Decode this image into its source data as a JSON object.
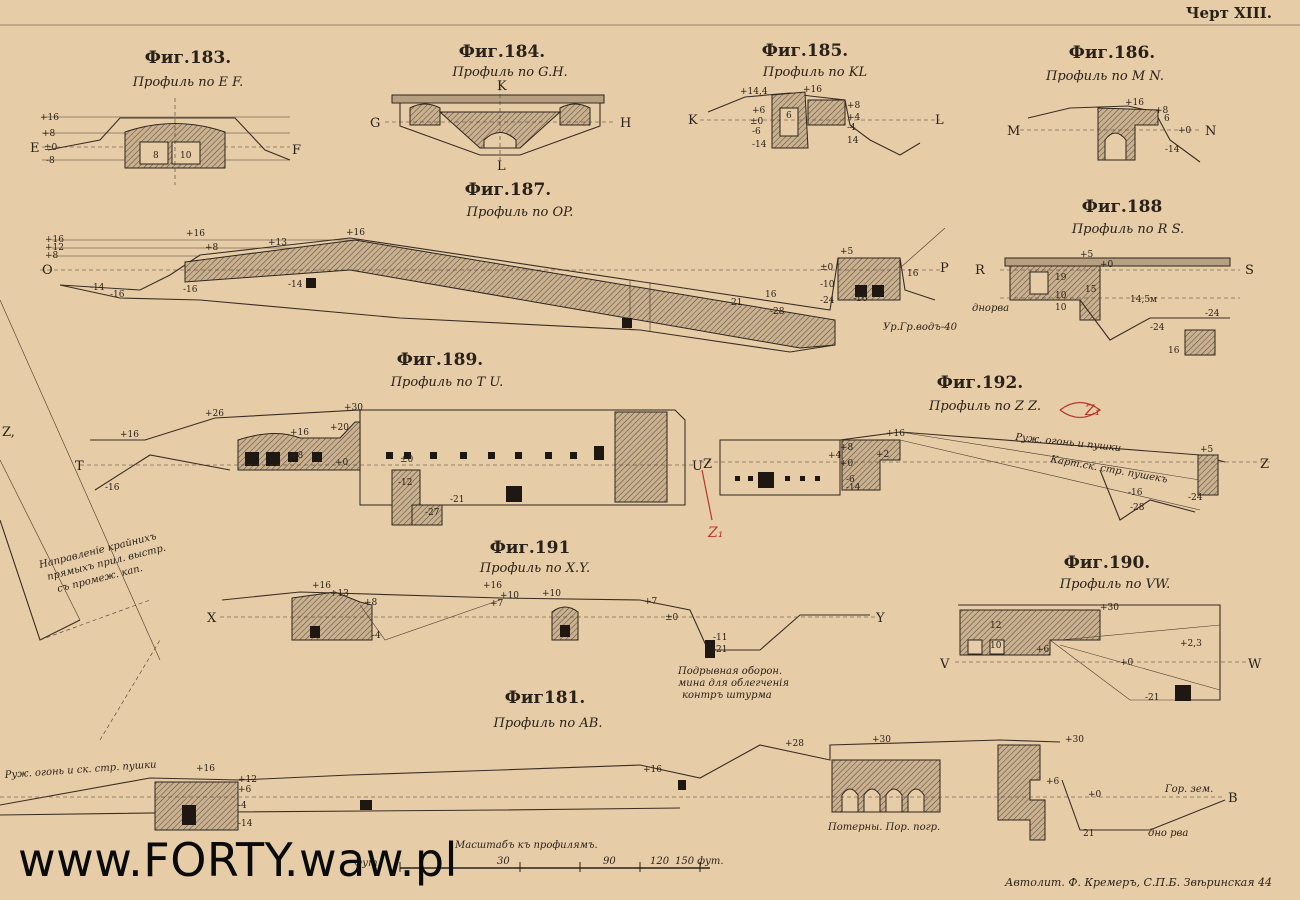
{
  "plate_number": "Черт XIII.",
  "imprint": "Автолит. Ф. Кремеръ, С.П.Б. Звѣринская 44",
  "watermark": "www.FORTY.waw.pl",
  "figures": {
    "f183": {
      "title": "Фиг.183.",
      "subtitle": "Профиль по E F.",
      "left": "E",
      "right": "F",
      "marks": [
        "+16",
        "+8",
        "±0",
        "-8",
        "8",
        "10"
      ]
    },
    "f184": {
      "title": "Фиг.184.",
      "subtitle": "Профиль по G.H.",
      "left": "G",
      "right": "H",
      "top": "K",
      "bottom": "L"
    },
    "f185": {
      "title": "Фиг.185.",
      "subtitle": "Профиль по KL",
      "left": "K",
      "right": "L",
      "marks": [
        "+14,4",
        "+16",
        "+6",
        "±0",
        "-6",
        "-14",
        "+8",
        "+4",
        "-4",
        "14",
        "6"
      ]
    },
    "f186": {
      "title": "Фиг.186.",
      "subtitle": "Профиль по M N.",
      "left": "M",
      "right": "N",
      "marks": [
        "+16",
        "+8",
        "6",
        "+0",
        "-14"
      ]
    },
    "f187": {
      "title": "Фиг.187.",
      "subtitle": "Профиль по OP.",
      "left": "O",
      "right": "P",
      "marks": [
        "+16",
        "+12",
        "+8",
        "+16",
        "+13",
        "+8",
        "+16",
        "-14",
        "-16",
        "-14",
        "-16",
        "+5",
        "±0",
        "-10",
        "-24",
        "16",
        "21",
        "-28",
        "-16",
        "16"
      ],
      "note": "Ур.Гр.водъ-40"
    },
    "f188": {
      "title": "Фиг.188",
      "subtitle": "Профиль по R S.",
      "left": "R",
      "right": "S",
      "marks": [
        "+5",
        "+0",
        "19",
        "10",
        "15",
        "14,5м",
        "-24",
        "-24",
        "16",
        "10"
      ],
      "note": "дноpва"
    },
    "f189": {
      "title": "Фиг.189.",
      "subtitle": "Профиль по T U.",
      "left": "T",
      "right": "U",
      "marks": [
        "+26",
        "+30",
        "+16",
        "-16",
        "+20",
        "+16",
        "+8",
        "+0",
        "±0",
        "-12",
        "-21",
        "-27"
      ]
    },
    "f192": {
      "title": "Фиг.192.",
      "subtitle": "Профиль по Z Z.",
      "left": "Z",
      "right": "Z",
      "marks": [
        "+16",
        "+8",
        "+4",
        "+2",
        "+0",
        "-6",
        "-14",
        "+5",
        "-16",
        "-28",
        "-24"
      ],
      "notes": [
        "Руж. огонь и пушки",
        "Карт.ск. стр. пушекъ"
      ]
    },
    "f191": {
      "title": "Фиг.191",
      "subtitle": "Профиль по X.Y.",
      "left": "X",
      "right": "Y",
      "marks": [
        "+16",
        "+13",
        "+8",
        "+16",
        "+10",
        "+10",
        "+7",
        "+7",
        "±0",
        "-11",
        "-21",
        "-4"
      ],
      "note_lines": [
        "Подрывная оборон.",
        "мина для облегченія",
        "контръ штурма"
      ]
    },
    "f190": {
      "title": "Фиг.190.",
      "subtitle": "Профиль по VW.",
      "left": "V",
      "right": "W",
      "marks": [
        "+30",
        "+2,3",
        "+0",
        "12",
        "10",
        "+6",
        "-21"
      ]
    },
    "f181": {
      "title": "Фиг181.",
      "subtitle": "Профиль по AB.",
      "right": "B",
      "marks": [
        "+16",
        "+12",
        "+6",
        "-4",
        "-14",
        "+16",
        "+28",
        "+30",
        "+30",
        "+6",
        "+0",
        "21"
      ],
      "notes": [
        "Руж. огонь и ск. стр. пушки",
        "Потерны. Пор. погр.",
        "Гор. зем.",
        "дно рва"
      ]
    }
  },
  "side_note": {
    "lines": [
      "Направленіе крайнихъ",
      "прямыхъ прил. выстр.",
      "съ промеж. кап."
    ]
  },
  "left_edge_label": "Z,",
  "red_annotations": [
    "Z₁",
    "Z₁"
  ],
  "scale": {
    "title": "Масштабъ къ профилямъ.",
    "unit_label": "Фут.",
    "ticks": [
      "30",
      "90",
      "120",
      "150 фут."
    ]
  },
  "colors": {
    "paper": "#e6cda8",
    "ink": "#2a2118",
    "masonry": "#b79f82",
    "red_pencil": "#b8352a"
  }
}
